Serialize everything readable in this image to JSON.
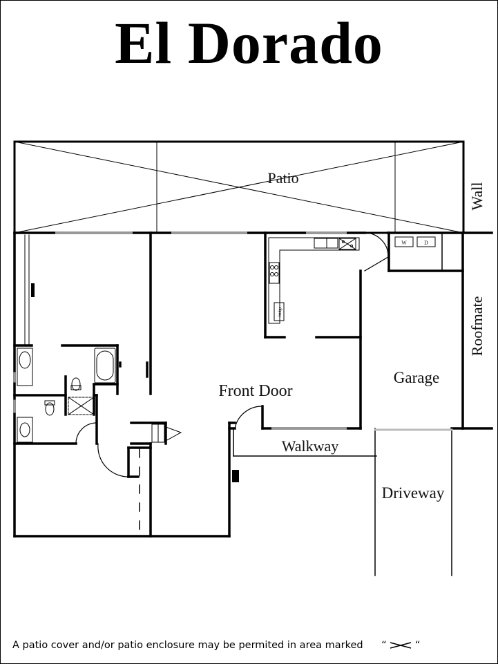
{
  "title": "El Dorado",
  "labels": {
    "patio": "Patio",
    "wall": "Wall",
    "roofmate": "Roofmate",
    "garage": "Garage",
    "front_door": "Front Door",
    "walkway": "Walkway",
    "driveway": "Driveway",
    "washer": "W",
    "dryer": "D",
    "fridge": "fridge"
  },
  "footer": {
    "note": "A patio cover and/or patio enclosure may be permited in area marked",
    "marker_open": "“",
    "marker_close": "“"
  }
}
